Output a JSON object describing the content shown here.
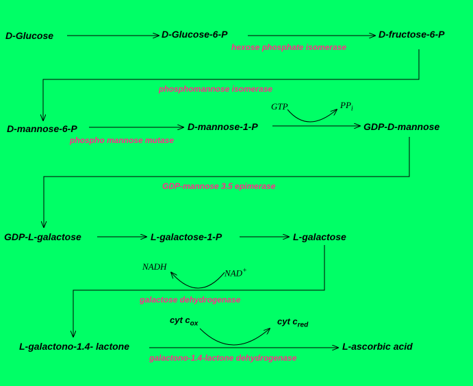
{
  "nodes": {
    "d_glucose": "D-Glucose",
    "d_glucose_6p": "D-Glucose-6-P",
    "d_fructose_6p": "D-fructose-6-P",
    "d_mannose_6p": "D-mannose-6-P",
    "d_mannose_1p": "D-mannose-1-P",
    "gdp_d_mannose": "GDP-D-mannose",
    "gdp_l_galactose": "GDP-L-galactose",
    "l_galactose_1p": "L-galactose-1-P",
    "l_galactose": "L-galactose",
    "l_galactono_lactone": "L-galactono-1.4- lactone",
    "l_ascorbic_acid": "L-ascorbic acid"
  },
  "enzymes": {
    "hexose_phosphate_isomerase": "hexose phosphate isomerase",
    "phosphomannose_isomerase": "phosphomannose isomerase",
    "phospho_mannose_mutase": "phospho mannose mutase",
    "gdp_mannose_epimerase": "GDP-mannose 3.5 epimerase",
    "galactose_dehydrogenase": "galactose dehydrogenase",
    "galactono_lactone_dehydrogenase": "galactono-1.4-lactone dehydrogenase"
  },
  "cofactors": {
    "gtp": "GTP",
    "ppi_main": "PP",
    "ppi_sub": "i",
    "nadh": "NADH",
    "nad_main": "NAD",
    "nad_sup": "+",
    "cyt_ox_main": "cyt c",
    "cyt_ox_sub": "ox",
    "cyt_red_main": "cyt c",
    "cyt_red_sub": "red"
  },
  "colors": {
    "background": "#00ff66",
    "enzyme_text": "#ff2d8a",
    "node_text": "#000000"
  }
}
